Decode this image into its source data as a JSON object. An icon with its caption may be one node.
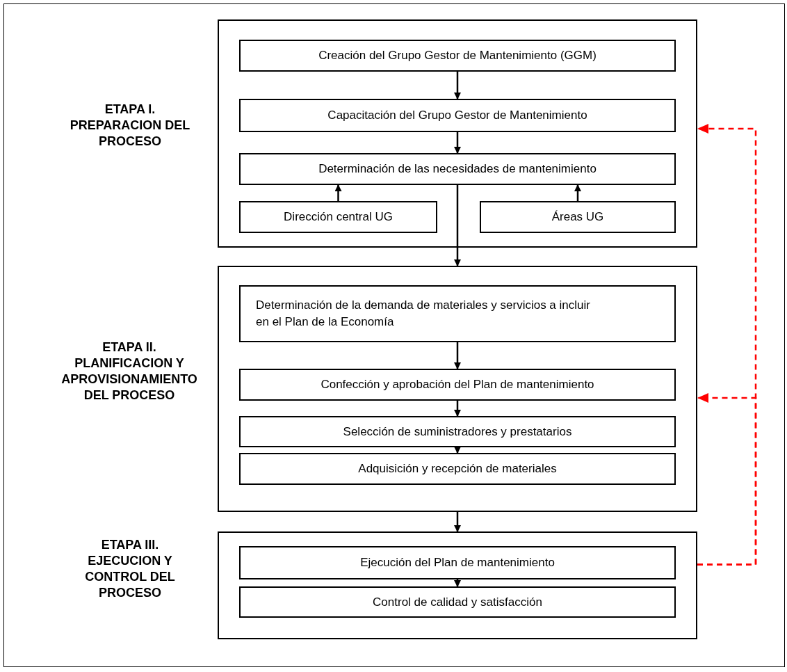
{
  "diagram": {
    "nodes": [
      {
        "text": [
          "ETAPA I. PREPARACION DEL PROCESO"
        ]
      },
      {
        "text": [
          "Creación del Grupo Gestor de Mantenimiento (GGM)"
        ],
        "in": 0
      },
      {
        "text": [
          "Capacitación del Grupo Gestor de Mantenimiento"
        ],
        "in": 0
      },
      {
        "text": [
          "Determinación de las necesidades de mantenimiento"
        ],
        "in": 0
      },
      {
        "text": [
          "Dirección central UG"
        ],
        "in": 0
      },
      {
        "text": [
          "Áreas UG"
        ],
        "in": 0
      },
      {
        "text": [
          "ETAPA II. PLANIFICACION Y APROVISIONAMIENTO DEL PROCESO"
        ]
      },
      {
        "text": [
          "Determinación de la demanda de materiales y servicios a incluir en el Plan de la Economía"
        ],
        "in": 6
      },
      {
        "text": [
          "Confección y aprobación del Plan de mantenimiento"
        ],
        "in": 6
      },
      {
        "text": [
          "Selección de suministradores y prestatarios"
        ],
        "in": 6
      },
      {
        "text": [
          "Adquisición y recepción de materiales"
        ],
        "in": 6
      },
      {
        "text": [
          "ETAPA III. EJECUCION Y CONTROL DEL PROCESO"
        ]
      },
      {
        "text": [
          "Ejecución del Plan de mantenimiento"
        ],
        "in": 11
      },
      {
        "text": [
          "Control de calidad y satisfacción"
        ],
        "in": 11
      }
    ],
    "edges": [
      {
        "from": 1,
        "to": 2,
        "arrow": "to"
      },
      {
        "from": 2,
        "to": 3,
        "arrow": "to"
      },
      {
        "from": 4,
        "to": 3,
        "arrow": "to"
      },
      {
        "from": 5,
        "to": 3,
        "arrow": "to"
      },
      {
        "from": 3,
        "to": 6,
        "arrow": "to"
      },
      {
        "from": 7,
        "to": 8,
        "arrow": "to"
      },
      {
        "from": 8,
        "to": 9,
        "arrow": "to"
      },
      {
        "from": 9,
        "to": 10,
        "arrow": "to"
      },
      {
        "from": 6,
        "to": 11,
        "arrow": "to"
      },
      {
        "from": 12,
        "to": 13,
        "arrow": "to"
      },
      {
        "from": 11,
        "to": 0,
        "arrow": "to",
        "style": "dashed",
        "color": "#ff0000"
      },
      {
        "from": 11,
        "to": 6,
        "arrow": "to",
        "style": "dashed",
        "color": "#ff0000"
      }
    ]
  }
}
